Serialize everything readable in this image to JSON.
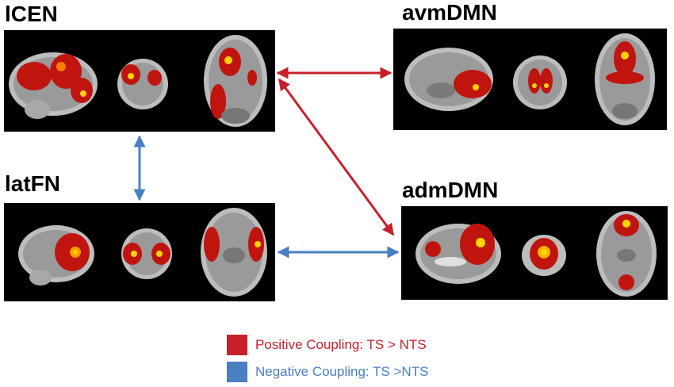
{
  "networks": [
    {
      "id": "lcen",
      "label": "lCEN"
    },
    {
      "id": "avmdmn",
      "label": "avmDMN"
    },
    {
      "id": "latfn",
      "label": "latFN"
    },
    {
      "id": "admdmn",
      "label": "admDMN"
    }
  ],
  "legend": {
    "positive": {
      "label": "Positive Coupling: TS > NTS",
      "color": "#c8202b"
    },
    "negative": {
      "label": "Negative Coupling: TS >NTS",
      "color": "#4a7fc4"
    }
  },
  "colors": {
    "positive": "#c8202b",
    "negative": "#4a7fc4",
    "panel_bg": "#000000",
    "brain_gray": "#bdbdbd",
    "activation_red": "#c0150f",
    "activation_yellow": "#ffd400"
  },
  "connections": [
    {
      "from": "lCEN",
      "to": "avmDMN",
      "type": "positive"
    },
    {
      "from": "lCEN",
      "to": "admDMN",
      "type": "positive"
    },
    {
      "from": "lCEN",
      "to": "latFN",
      "type": "negative"
    },
    {
      "from": "latFN",
      "to": "admDMN",
      "type": "negative"
    }
  ]
}
